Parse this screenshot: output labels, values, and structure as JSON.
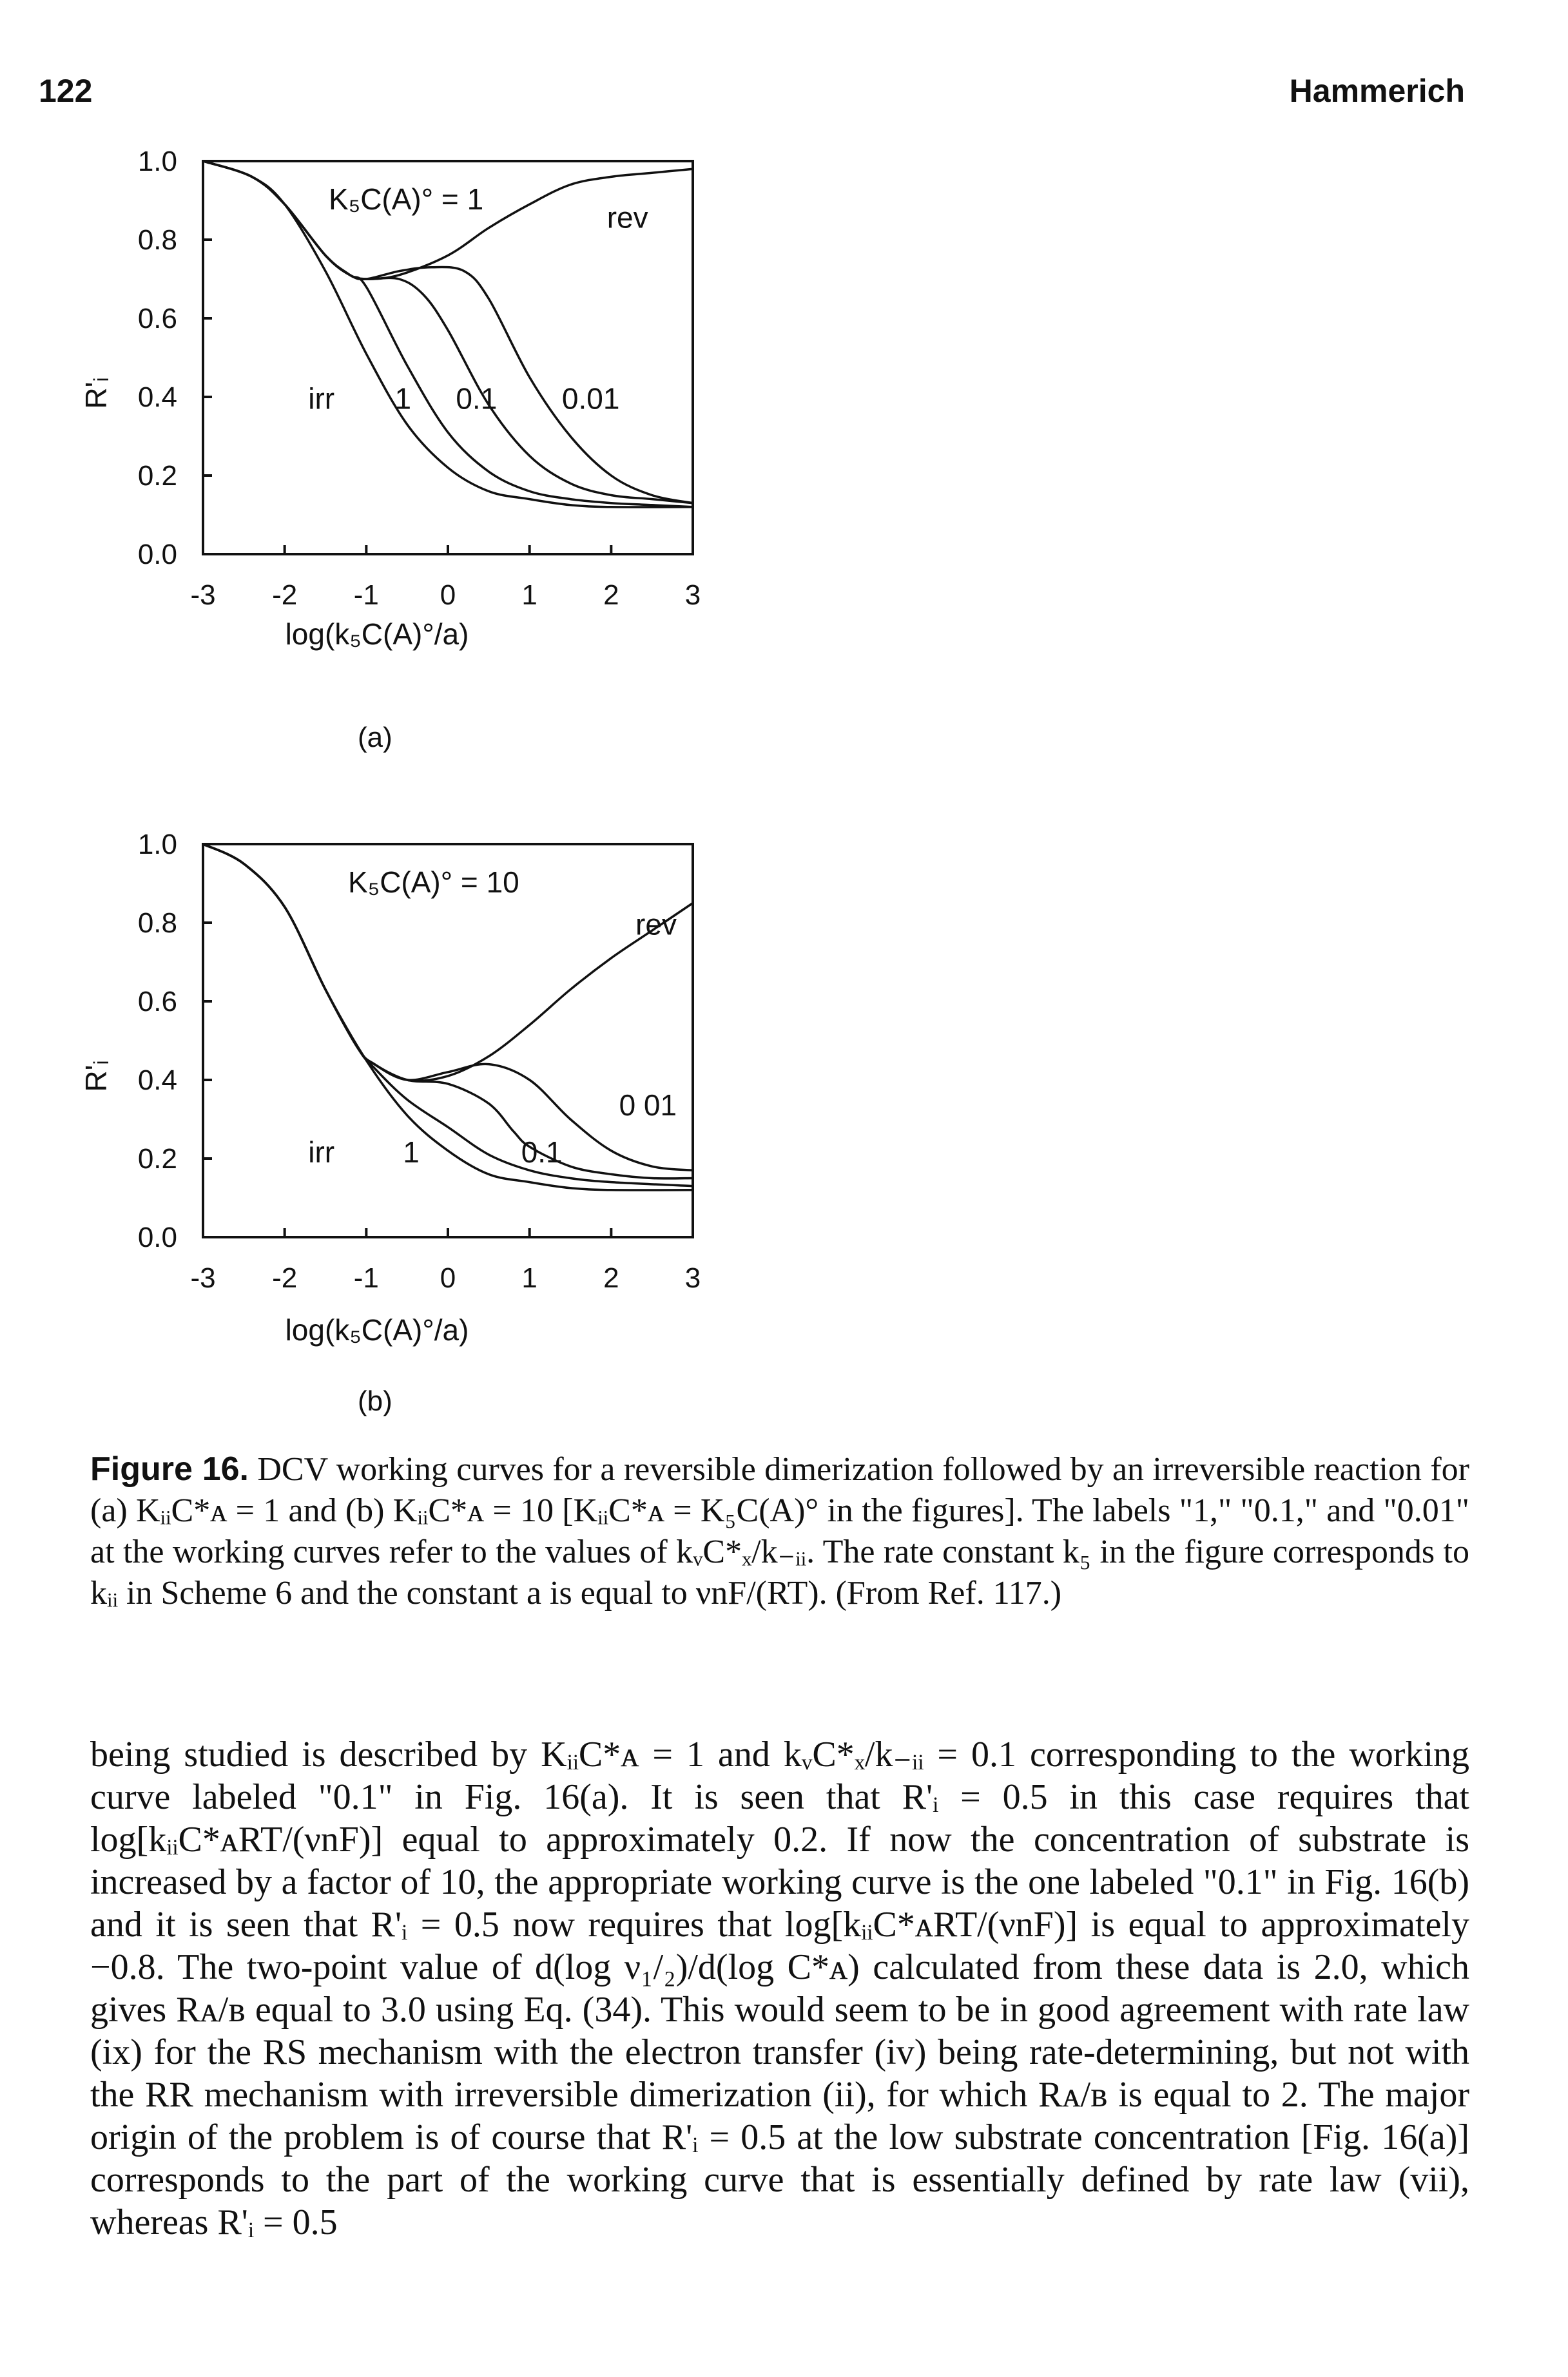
{
  "page": {
    "number": "122",
    "running_head": "Hammerich"
  },
  "chart_data": [
    {
      "type": "line",
      "panel": "(a)",
      "annotation": "K₅C(A)° = 1",
      "ylabel": "R'ᵢ",
      "xlabel": "log(k₅C(A)°/a)",
      "xlim": [
        -3,
        3
      ],
      "ylim": [
        0,
        1
      ],
      "xticks": [
        "-3",
        "-2",
        "-1",
        "0",
        "1",
        "2",
        "3"
      ],
      "yticks": [
        "0.0",
        "0.2",
        "0.4",
        "0.6",
        "0.8",
        "1.0"
      ],
      "series": [
        {
          "name": "rev",
          "x": [
            -3,
            -2.4,
            -2,
            -1.5,
            -1.2,
            -1.0,
            -0.6,
            0,
            0.5,
            1,
            1.5,
            2,
            2.5,
            3
          ],
          "y": [
            1.0,
            0.96,
            0.89,
            0.76,
            0.71,
            0.7,
            0.71,
            0.76,
            0.83,
            0.89,
            0.94,
            0.96,
            0.97,
            0.98
          ]
        },
        {
          "name": "0.01",
          "x": [
            -3,
            -2.4,
            -2,
            -1.5,
            -1.2,
            -1.0,
            -0.6,
            -0.2,
            0.2,
            0.5,
            1,
            1.5,
            2,
            2.5,
            3
          ],
          "y": [
            1.0,
            0.96,
            0.89,
            0.76,
            0.71,
            0.7,
            0.72,
            0.73,
            0.72,
            0.65,
            0.45,
            0.3,
            0.2,
            0.15,
            0.13
          ]
        },
        {
          "name": "0.1",
          "x": [
            -3,
            -2.4,
            -2,
            -1.5,
            -1.2,
            -1.0,
            -0.6,
            -0.3,
            0,
            0.5,
            1,
            1.5,
            2,
            2.5,
            3
          ],
          "y": [
            1.0,
            0.96,
            0.89,
            0.76,
            0.71,
            0.7,
            0.7,
            0.66,
            0.57,
            0.38,
            0.25,
            0.18,
            0.15,
            0.14,
            0.13
          ]
        },
        {
          "name": "1",
          "x": [
            -3,
            -2.4,
            -2,
            -1.5,
            -1.2,
            -1.0,
            -0.5,
            0,
            0.5,
            1,
            1.5,
            2,
            2.5,
            3
          ],
          "y": [
            1.0,
            0.96,
            0.89,
            0.76,
            0.71,
            0.68,
            0.48,
            0.31,
            0.21,
            0.16,
            0.14,
            0.13,
            0.125,
            0.12
          ]
        },
        {
          "name": "irr",
          "x": [
            -3,
            -2.4,
            -2,
            -1.5,
            -1,
            -0.5,
            0,
            0.5,
            1,
            1.5,
            2,
            3
          ],
          "y": [
            1.0,
            0.96,
            0.89,
            0.72,
            0.51,
            0.33,
            0.22,
            0.16,
            0.14,
            0.125,
            0.12,
            0.12
          ]
        }
      ],
      "curve_labels": [
        "rev",
        "irr",
        "1",
        "0.1",
        "0.01"
      ]
    },
    {
      "type": "line",
      "panel": "(b)",
      "annotation": "K₅C(A)° = 10",
      "ylabel": "R'ᵢ",
      "xlabel": "log(k₅C(A)°/a)",
      "xlim": [
        -3,
        3
      ],
      "ylim": [
        0,
        1
      ],
      "xticks": [
        "-3",
        "-2",
        "-1",
        "0",
        "1",
        "2",
        "3"
      ],
      "yticks": [
        "0.0",
        "0.2",
        "0.4",
        "0.6",
        "0.8",
        "1.0"
      ],
      "series": [
        {
          "name": "rev",
          "x": [
            -3,
            -2.5,
            -2,
            -1.5,
            -1.1,
            -0.9,
            -0.5,
            0,
            0.5,
            1,
            1.5,
            2,
            2.5,
            3
          ],
          "y": [
            1.0,
            0.95,
            0.84,
            0.63,
            0.48,
            0.44,
            0.4,
            0.41,
            0.46,
            0.54,
            0.63,
            0.71,
            0.78,
            0.85
          ]
        },
        {
          "name": "0 01",
          "x": [
            -3,
            -2.5,
            -2,
            -1.5,
            -1.1,
            -0.9,
            -0.5,
            0,
            0.5,
            1,
            1.5,
            2,
            2.5,
            3
          ],
          "y": [
            1.0,
            0.95,
            0.84,
            0.63,
            0.48,
            0.44,
            0.4,
            0.42,
            0.44,
            0.4,
            0.3,
            0.22,
            0.18,
            0.17
          ]
        },
        {
          "name": "0.1",
          "x": [
            -3,
            -2.5,
            -2,
            -1.5,
            -1.1,
            -0.9,
            -0.5,
            0,
            0.5,
            0.8,
            1,
            1.5,
            2,
            2.5,
            3
          ],
          "y": [
            1.0,
            0.95,
            0.84,
            0.63,
            0.48,
            0.44,
            0.4,
            0.39,
            0.34,
            0.27,
            0.23,
            0.18,
            0.16,
            0.15,
            0.15
          ]
        },
        {
          "name": "1",
          "x": [
            -3,
            -2.5,
            -2,
            -1.5,
            -1.1,
            -0.9,
            -0.5,
            0,
            0.5,
            1,
            1.5,
            2,
            3
          ],
          "y": [
            1.0,
            0.95,
            0.84,
            0.63,
            0.48,
            0.43,
            0.35,
            0.28,
            0.21,
            0.17,
            0.15,
            0.14,
            0.13
          ]
        },
        {
          "name": "irr",
          "x": [
            -3,
            -2.5,
            -2,
            -1.5,
            -1,
            -0.5,
            0,
            0.5,
            1,
            1.5,
            2,
            3
          ],
          "y": [
            1.0,
            0.95,
            0.84,
            0.63,
            0.45,
            0.31,
            0.22,
            0.16,
            0.14,
            0.125,
            0.12,
            0.12
          ]
        }
      ],
      "curve_labels": [
        "rev",
        "irr",
        "1",
        "0.1",
        "0 01"
      ]
    }
  ],
  "figure_caption": {
    "label": "Figure 16.",
    "text": "DCV working curves for a reversible dimerization followed by an irreversible reaction for (a) KᵢᵢC*ᴀ = 1 and (b) KᵢᵢC*ᴀ = 10 [KᵢᵢC*ᴀ = K₅C(A)° in the figures]. The labels \"1,\" \"0.1,\" and \"0.01\" at the working curves refer to the values of kᵥC*ₓ/k₋ᵢᵢ. The rate constant k₅ in the figure corresponds to kᵢᵢ in Scheme 6 and the constant a is equal to νnF/(RT). (From Ref. 117.)"
  },
  "body_paragraph": "being studied is described by KᵢᵢC*ᴀ = 1 and kᵥC*ₓ/k₋ᵢᵢ = 0.1 corresponding to the working curve labeled \"0.1\" in Fig. 16(a). It is seen that R'ᵢ = 0.5 in this case requires that log[kᵢᵢC*ᴀRT/(νnF)] equal to approximately 0.2. If now the concentration of substrate is increased by a factor of 10, the appropriate working curve is the one labeled \"0.1\" in Fig. 16(b) and it is seen that R'ᵢ = 0.5 now requires that log[kᵢᵢC*ᴀRT/(νnF)] is equal to approximately −0.8. The two-point value of d(log ν₁/₂)/d(log C*ᴀ) calculated from these data is 2.0, which gives Rᴀ/ʙ equal to 3.0 using Eq. (34). This would seem to be in good agreement with rate law (ix) for the RS mechanism with the electron transfer (iv) being rate-determining, but not with the RR mechanism with irreversible dimerization (ii), for which Rᴀ/ʙ is equal to 2. The major origin of the problem is of course that R'ᵢ = 0.5 at the low substrate concentration [Fig. 16(a)] corresponds to the part of the working curve that is essentially defined by rate law (vii), whereas R'ᵢ = 0.5"
}
